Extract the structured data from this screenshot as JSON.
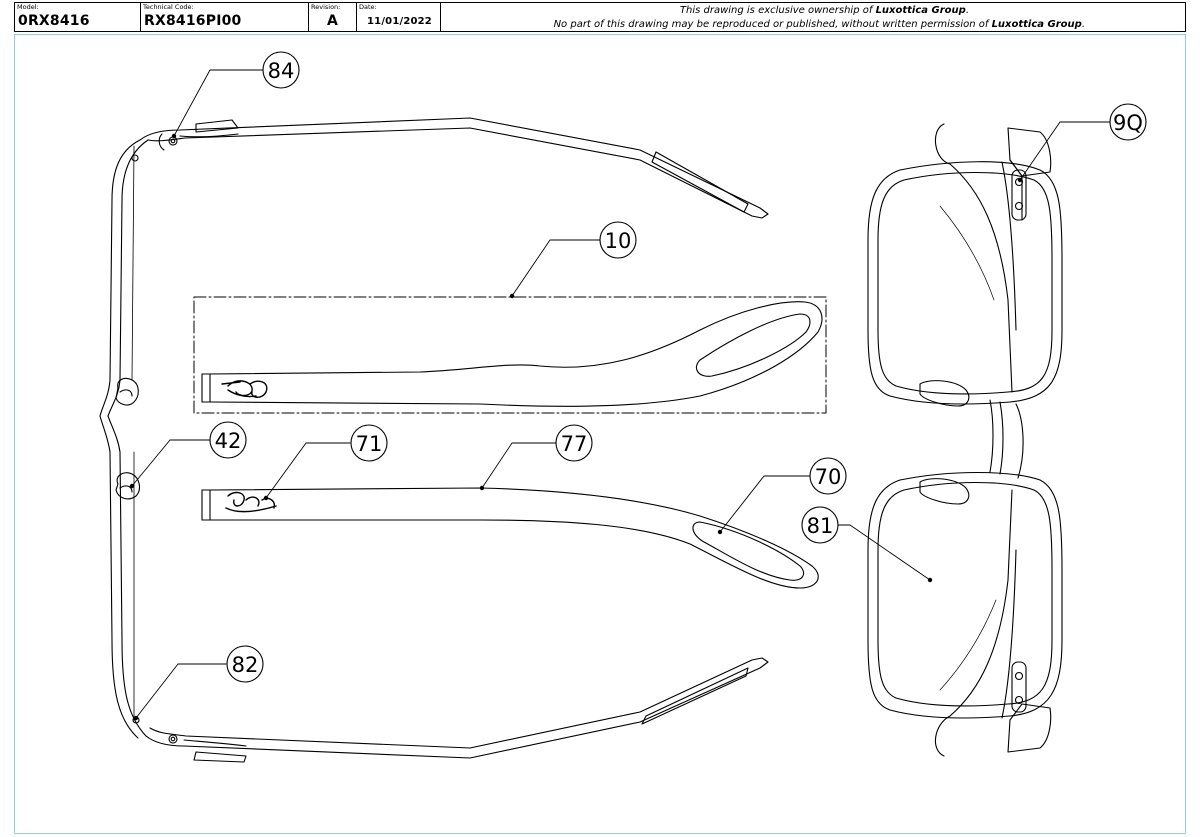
{
  "title_block": {
    "model_label": "Model:",
    "model_value": "0RX8416",
    "code_label": "Technical Code:",
    "code_value": "RX8416PI00",
    "revision_label": "Revision:",
    "revision_value": "A",
    "date_label": "Date:",
    "date_value": "11/01/2022",
    "notice_line1_pre": "This drawing is exclusive ownership of ",
    "notice_company": "Luxottica Group",
    "notice_line1_post": ".",
    "notice_line2_pre": "No part of this drawing may be reproduced or published, without written permission of ",
    "notice_line2_post": "."
  },
  "callouts": {
    "c84": "84",
    "c10": "10",
    "c71": "71",
    "c77": "77",
    "c70": "70",
    "c81": "81",
    "c42": "42",
    "c82": "82",
    "c9q": "9Q"
  },
  "colors": {
    "line": "#000000",
    "border_accent": "#8fd3d3"
  }
}
